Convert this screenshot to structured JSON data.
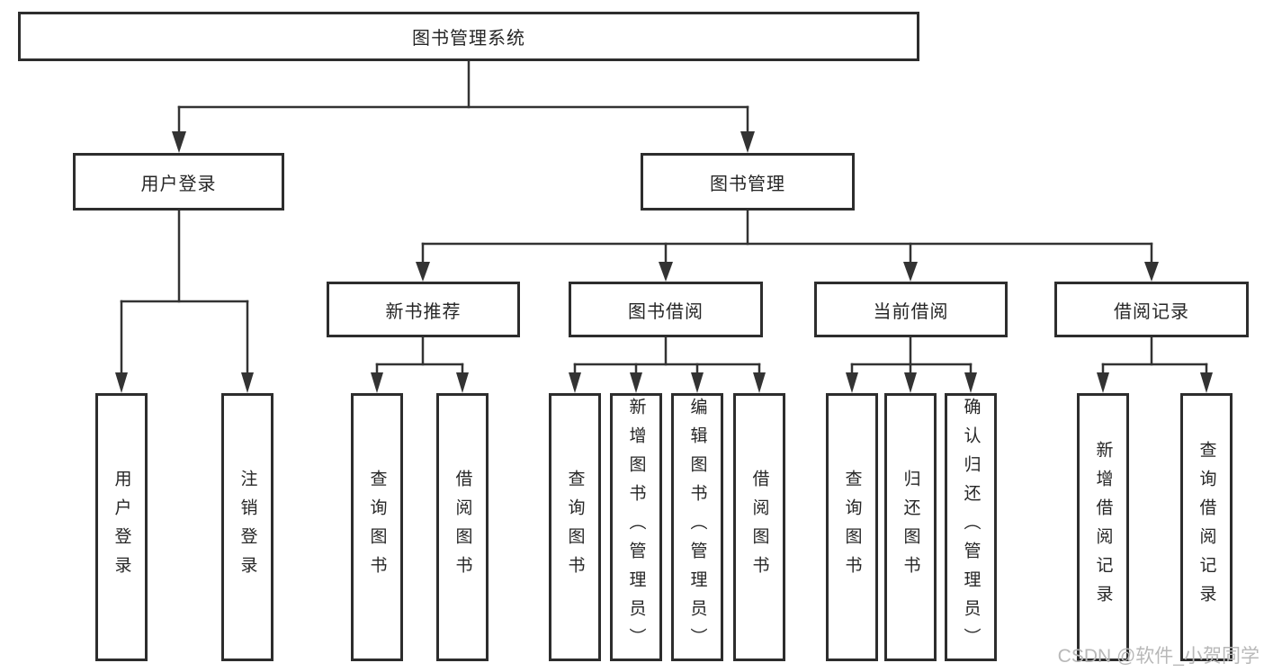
{
  "diagram": {
    "root": {
      "label": "图书管理系统"
    },
    "level2": [
      {
        "label": "用户登录"
      },
      {
        "label": "图书管理"
      }
    ],
    "level3": [
      {
        "label": "新书推荐",
        "parent": "图书管理"
      },
      {
        "label": "图书借阅",
        "parent": "图书管理"
      },
      {
        "label": "当前借阅",
        "parent": "图书管理"
      },
      {
        "label": "借阅记录",
        "parent": "图书管理"
      }
    ],
    "leaves": [
      {
        "label": "用户登录",
        "parent": "用户登录"
      },
      {
        "label": "注销登录",
        "parent": "用户登录"
      },
      {
        "label": "查询图书",
        "parent": "新书推荐"
      },
      {
        "label": "借阅图书",
        "parent": "新书推荐"
      },
      {
        "label": "查询图书",
        "parent": "图书借阅"
      },
      {
        "label": "新增图书（管理员）",
        "parent": "图书借阅"
      },
      {
        "label": "编辑图书（管理员）",
        "parent": "图书借阅"
      },
      {
        "label": "借阅图书",
        "parent": "图书借阅"
      },
      {
        "label": "查询图书",
        "parent": "当前借阅"
      },
      {
        "label": "归还图书",
        "parent": "当前借阅"
      },
      {
        "label": "确认归还（管理员）",
        "parent": "当前借阅"
      },
      {
        "label": "新增借阅记录",
        "parent": "借阅记录"
      },
      {
        "label": "查询借阅记录",
        "parent": "借阅记录"
      }
    ],
    "colors": {
      "line": "#333333",
      "box_border": "#2d2d2d",
      "text": "#262626",
      "watermark": "#b8b8b8",
      "background": "#ffffff"
    }
  },
  "watermark": {
    "text": "CSDN @软件_小贺同学"
  }
}
